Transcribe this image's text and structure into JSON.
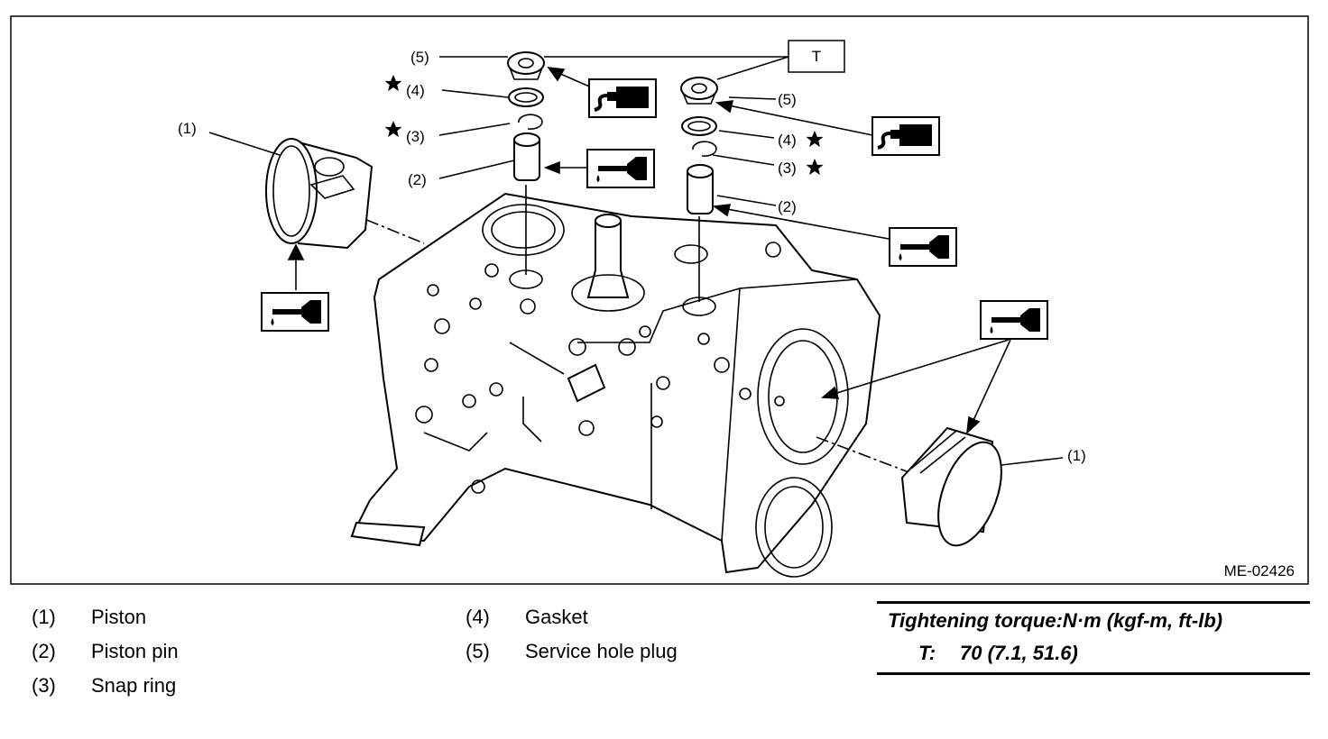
{
  "diagram": {
    "code": "ME-02426",
    "callouts": {
      "piston_left": "(1)",
      "piston_right": "(1)",
      "pin_left": "(2)",
      "pin_right": "(2)",
      "snap_left": "(3)",
      "snap_right": "(3)",
      "gasket_left": "(4)",
      "gasket_right": "(4)",
      "plug_left": "(5)",
      "plug_right": "(5)",
      "torque_box": "T"
    },
    "icons": [
      "sealant-icon",
      "oil-icon",
      "replace-star-icon"
    ]
  },
  "legend": [
    {
      "num": "(1)",
      "label": "Piston"
    },
    {
      "num": "(2)",
      "label": "Piston pin"
    },
    {
      "num": "(3)",
      "label": "Snap ring"
    },
    {
      "num": "(4)",
      "label": "Gasket"
    },
    {
      "num": "(5)",
      "label": "Service hole plug"
    }
  ],
  "torque": {
    "title": "Tightening torque:N·m (kgf-m, ft-lb)",
    "key": "T:",
    "value": "70 (7.1, 51.6)"
  }
}
